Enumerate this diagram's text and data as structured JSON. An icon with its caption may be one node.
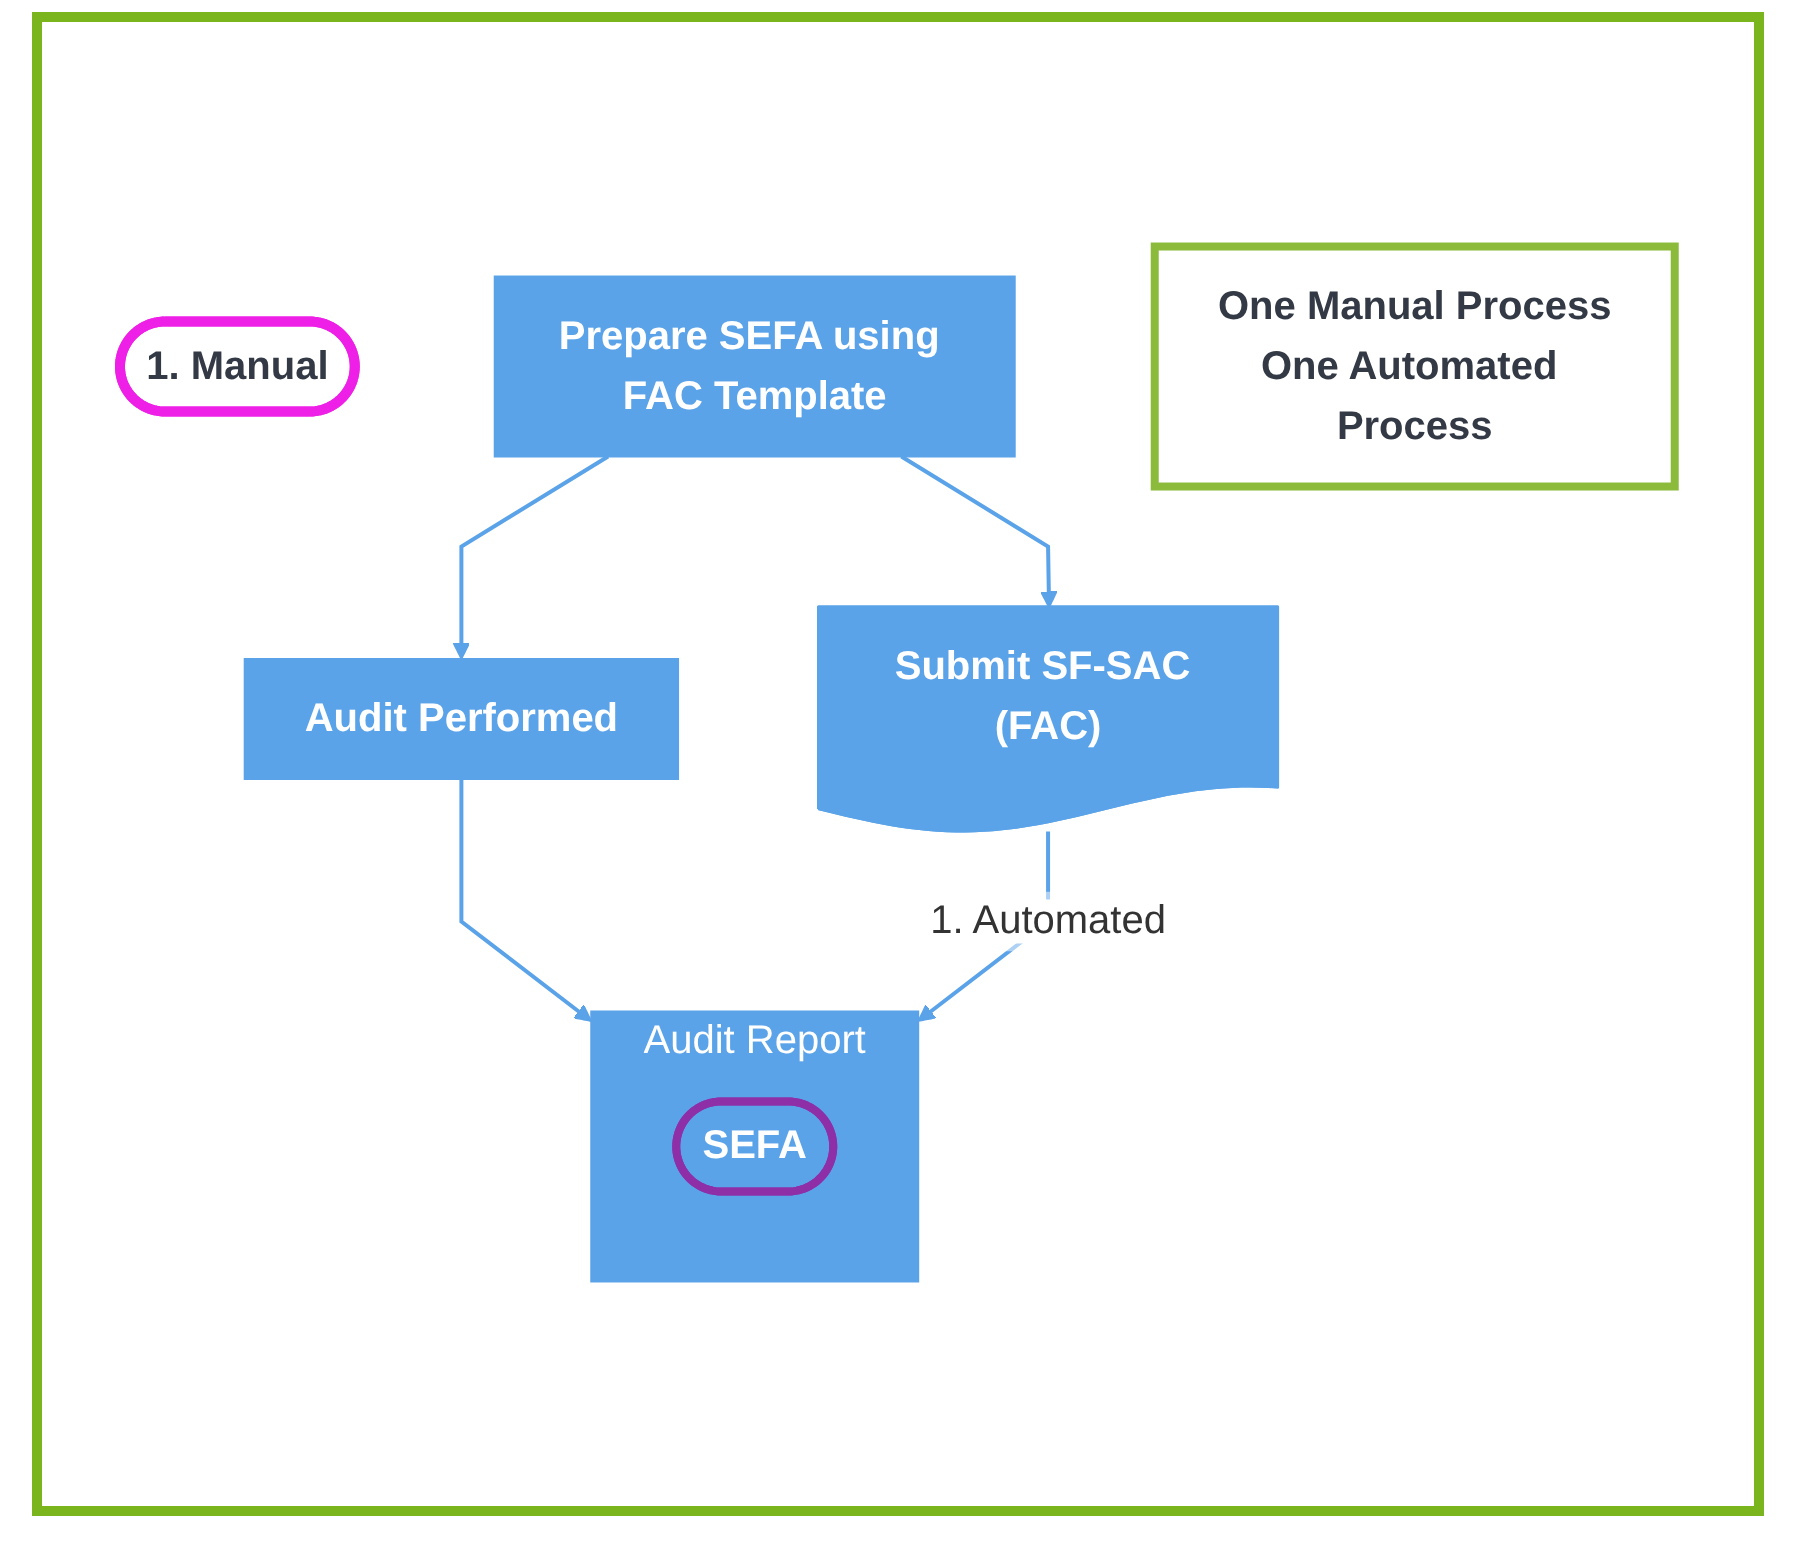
{
  "diagram": {
    "nodes": [
      {
        "text": [
          "1. Manual"
        ]
      },
      {
        "text": [
          "Prepare SEFA using FAC Template"
        ]
      },
      {
        "text": [
          "Submit SF-SAC (FAC)"
        ]
      },
      {
        "text": [
          "Audit Performed"
        ]
      },
      {
        "text": [
          "Audit Report"
        ]
      },
      {
        "text": [
          "SEFA"
        ],
        "in": 4
      },
      {
        "text": [
          "One Manual Process",
          "One Automated Process"
        ]
      }
    ],
    "edges": [
      {
        "from": 1,
        "to": 2,
        "arrow": "to"
      },
      {
        "from": 1,
        "to": 3,
        "arrow": "to"
      },
      {
        "from": 3,
        "to": 4,
        "arrow": "to"
      },
      {
        "from": 2,
        "to": 4,
        "arrow": "to",
        "label": "1. Automated"
      }
    ]
  }
}
